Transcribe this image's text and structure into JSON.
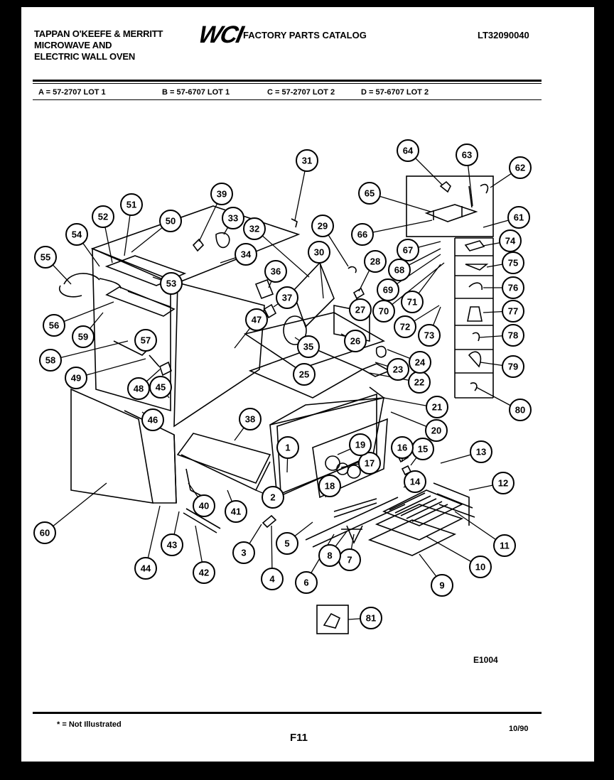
{
  "header": {
    "brand_lines": [
      "TAPPAN O'KEEFE & MERRITT",
      "MICROWAVE AND",
      "ELECTRIC WALL OVEN"
    ],
    "logo_text": "WCI",
    "catalog_title": "FACTORY PARTS CATALOG",
    "model_number": "LT32090040"
  },
  "lots": [
    "A = 57-2707 LOT 1",
    "B = 57-6707 LOT 1",
    "C = 57-2707 LOT 2",
    "D = 57-6707 LOT 2"
  ],
  "diagram": {
    "drawing_code": "E1004",
    "callouts": [
      "1",
      "2",
      "3",
      "4",
      "5",
      "6",
      "7",
      "8",
      "9",
      "10",
      "11",
      "12",
      "13",
      "14",
      "15",
      "16",
      "17",
      "18",
      "19",
      "20",
      "21",
      "22",
      "23",
      "24",
      "25",
      "26",
      "27",
      "28",
      "29",
      "30",
      "31",
      "32",
      "33",
      "34",
      "35",
      "36",
      "37",
      "38",
      "39",
      "40",
      "41",
      "42",
      "43",
      "44",
      "45",
      "46",
      "47",
      "48",
      "49",
      "50",
      "51",
      "52",
      "53",
      "54",
      "55",
      "56",
      "57",
      "58",
      "59",
      "60",
      "61",
      "62",
      "63",
      "64",
      "65",
      "66",
      "67",
      "68",
      "69",
      "70",
      "71",
      "72",
      "73",
      "74",
      "75",
      "76",
      "77",
      "78",
      "79",
      "80",
      "81"
    ]
  },
  "footer": {
    "note": "* = Not Illustrated",
    "page": "F11",
    "date": "10/90"
  }
}
